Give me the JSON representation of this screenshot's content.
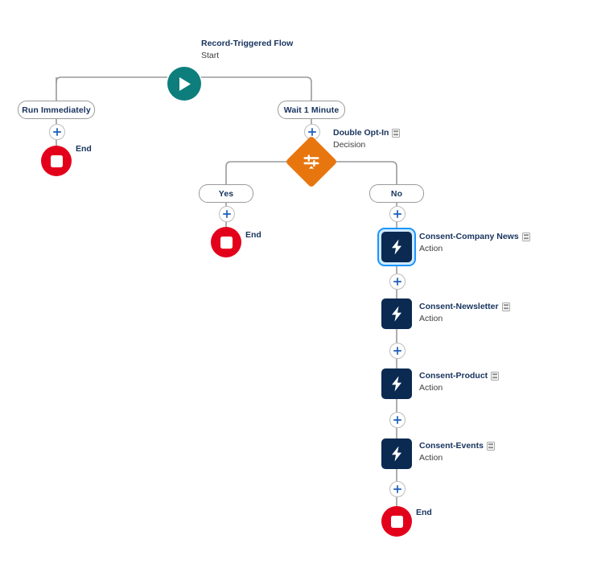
{
  "canvas": {
    "background": "#ffffff",
    "connector_color": "#9a9a9a"
  },
  "colors": {
    "start": "#0d7e7c",
    "decision": "#e8760e",
    "action": "#0b2a52",
    "end": "#e3001b",
    "selection": "#1b96ff",
    "label_text": "#16325c",
    "subtitle_text": "#3e3e3c",
    "plus_icon": "#1b5dbb"
  },
  "start": {
    "title": "Record-Triggered Flow",
    "subtitle": "Start",
    "icon": "play-icon"
  },
  "branches": {
    "immediate": {
      "label": "Run Immediately",
      "end_label": "End"
    },
    "scheduled": {
      "label": "Wait 1 Minute"
    }
  },
  "decision": {
    "title": "Double Opt-In",
    "subtitle": "Decision",
    "icon": "decision-icon",
    "detail_icon": "document-icon",
    "outcomes": [
      {
        "label": "Yes"
      },
      {
        "label": "No"
      }
    ]
  },
  "yes_path": {
    "end_label": "End"
  },
  "no_path": {
    "actions": [
      {
        "title": "Consent-Company News",
        "subtitle": "Action",
        "icon": "bolt-icon",
        "detail_icon": "document-icon",
        "selected": true
      },
      {
        "title": "Consent-Newsletter",
        "subtitle": "Action",
        "icon": "bolt-icon",
        "detail_icon": "document-icon",
        "selected": false
      },
      {
        "title": "Consent-Product",
        "subtitle": "Action",
        "icon": "bolt-icon",
        "detail_icon": "document-icon",
        "selected": false
      },
      {
        "title": "Consent-Events",
        "subtitle": "Action",
        "icon": "bolt-icon",
        "detail_icon": "document-icon",
        "selected": false
      }
    ],
    "end_label": "End"
  },
  "add_buttons": {
    "tooltip": "Add Element",
    "icon": "plus-icon"
  }
}
